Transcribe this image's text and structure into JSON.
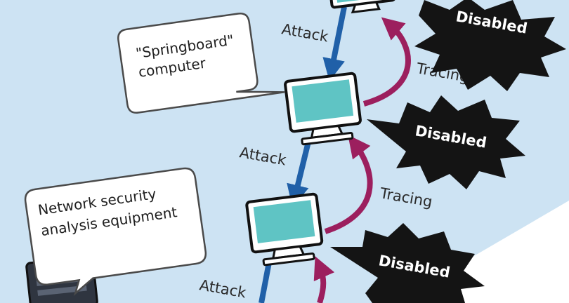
{
  "colors": {
    "panel": "#cde3f3",
    "attack_arrow": "#2060a8",
    "trace_arrow": "#9c1f5e",
    "starburst": "#141414",
    "screen": "#5fc4c4"
  },
  "labels": {
    "attack_1": "Attack",
    "attack_2": "Attack",
    "attack_3": "Attack",
    "tracing_1": "Tracing",
    "tracing_2": "Tracing"
  },
  "bubbles": {
    "springboard_line1": "\"Springboard\"",
    "springboard_line2": "computer",
    "network_line1": "Network security",
    "network_line2": "analysis equipment"
  },
  "badges": {
    "disabled_1": "Disabled",
    "disabled_2": "Disabled",
    "disabled_3": "Disabled"
  },
  "icons": [
    "monitor-icon",
    "server-tower-icon"
  ]
}
